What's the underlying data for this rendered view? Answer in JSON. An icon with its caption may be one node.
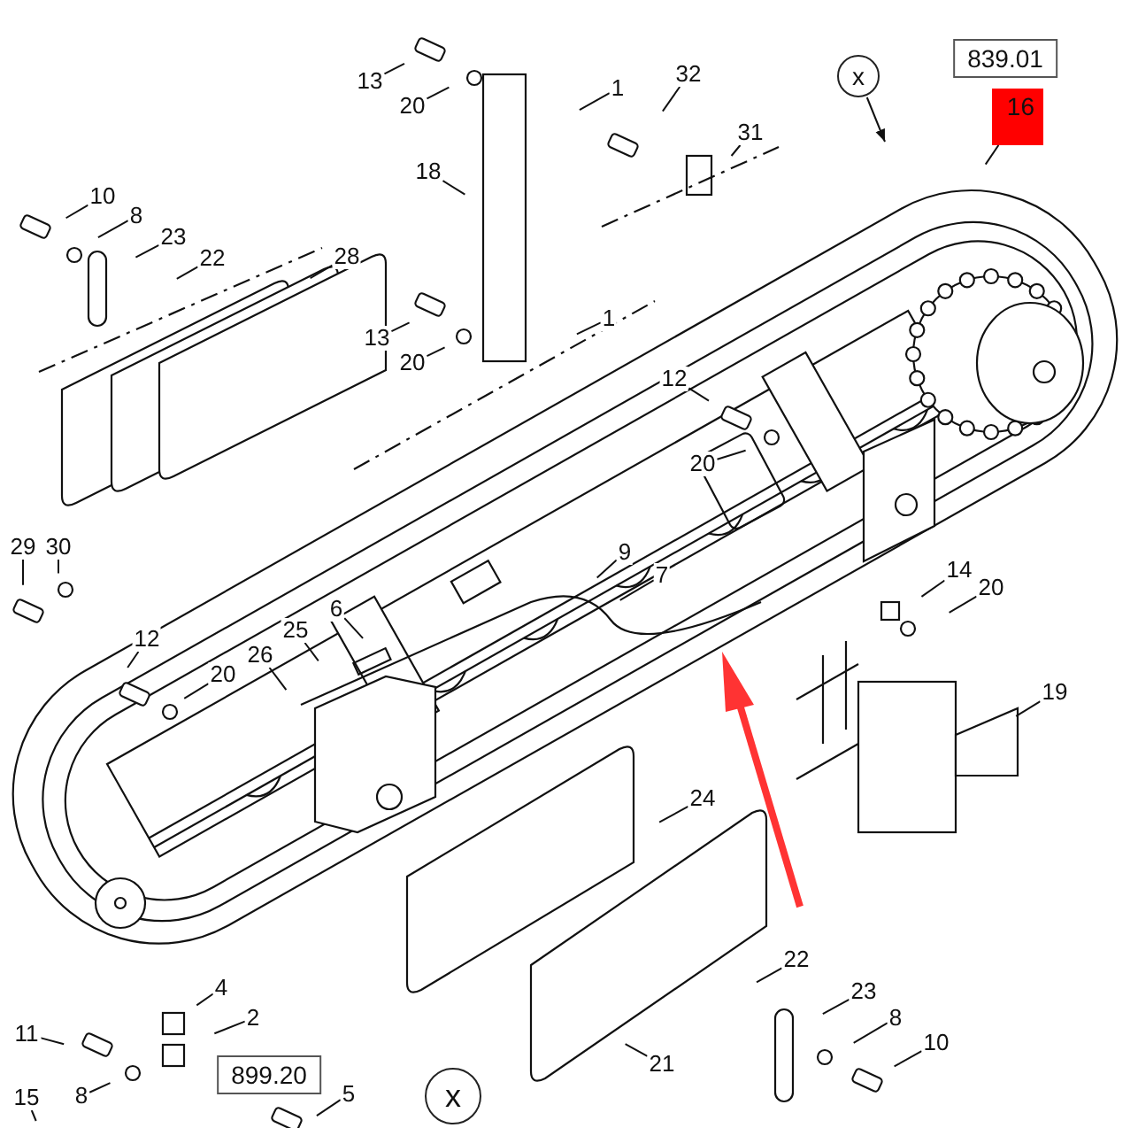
{
  "diagram": {
    "nodes": [
      {
        "text": [
          "839.01"
        ]
      },
      {
        "text": [
          "16"
        ]
      },
      {
        "text": [
          "x"
        ]
      },
      {
        "text": [
          "13"
        ]
      },
      {
        "text": [
          "20"
        ]
      },
      {
        "text": [
          "1"
        ]
      },
      {
        "text": [
          "32"
        ]
      },
      {
        "text": [
          "31"
        ]
      },
      {
        "text": [
          "18"
        ]
      },
      {
        "text": [
          "10"
        ]
      },
      {
        "text": [
          "8"
        ]
      },
      {
        "text": [
          "23"
        ]
      },
      {
        "text": [
          "22"
        ]
      },
      {
        "text": [
          "28"
        ]
      },
      {
        "text": [
          "13"
        ]
      },
      {
        "text": [
          "20"
        ]
      },
      {
        "text": [
          "1"
        ]
      },
      {
        "text": [
          "12"
        ]
      },
      {
        "text": [
          "20"
        ]
      },
      {
        "text": [
          "29"
        ]
      },
      {
        "text": [
          "30"
        ]
      },
      {
        "text": [
          "9"
        ]
      },
      {
        "text": [
          "7"
        ]
      },
      {
        "text": [
          "12"
        ]
      },
      {
        "text": [
          "20"
        ]
      },
      {
        "text": [
          "26"
        ]
      },
      {
        "text": [
          "25"
        ]
      },
      {
        "text": [
          "6"
        ]
      },
      {
        "text": [
          "14"
        ]
      },
      {
        "text": [
          "20"
        ]
      },
      {
        "text": [
          "19"
        ]
      },
      {
        "text": [
          "24"
        ]
      },
      {
        "text": [
          "22"
        ]
      },
      {
        "text": [
          "23"
        ]
      },
      {
        "text": [
          "8"
        ]
      },
      {
        "text": [
          "10"
        ]
      },
      {
        "text": [
          "21"
        ]
      },
      {
        "text": [
          "4"
        ]
      },
      {
        "text": [
          "2"
        ]
      },
      {
        "text": [
          "11"
        ]
      },
      {
        "text": [
          "8"
        ]
      },
      {
        "text": [
          "899.20"
        ]
      },
      {
        "text": [
          "15"
        ]
      },
      {
        "text": [
          "5"
        ]
      },
      {
        "text": [
          "x"
        ]
      }
    ],
    "edges": [
      {
        "from": 1,
        "to": null,
        "arrow": "none"
      },
      {
        "from": 2,
        "to": null,
        "arrow": "to"
      },
      {
        "from": 3,
        "to": null,
        "arrow": "none"
      },
      {
        "from": 4,
        "to": null,
        "arrow": "none"
      },
      {
        "from": 5,
        "to": null,
        "arrow": "none"
      },
      {
        "from": 6,
        "to": null,
        "arrow": "none"
      },
      {
        "from": 7,
        "to": null,
        "arrow": "none"
      },
      {
        "from": 8,
        "to": null,
        "arrow": "none"
      },
      {
        "from": 9,
        "to": null,
        "arrow": "none"
      },
      {
        "from": 10,
        "to": null,
        "arrow": "none"
      },
      {
        "from": 11,
        "to": null,
        "arrow": "none"
      },
      {
        "from": 12,
        "to": null,
        "arrow": "none"
      },
      {
        "from": 13,
        "to": null,
        "arrow": "none"
      },
      {
        "from": 14,
        "to": null,
        "arrow": "none"
      },
      {
        "from": 15,
        "to": null,
        "arrow": "none"
      },
      {
        "from": 16,
        "to": null,
        "arrow": "none"
      },
      {
        "from": 17,
        "to": null,
        "arrow": "none"
      },
      {
        "from": 18,
        "to": null,
        "arrow": "none"
      },
      {
        "from": 19,
        "to": null,
        "arrow": "none"
      },
      {
        "from": 20,
        "to": null,
        "arrow": "none"
      },
      {
        "from": 21,
        "to": null,
        "arrow": "none"
      },
      {
        "from": 22,
        "to": null,
        "arrow": "none"
      },
      {
        "from": 23,
        "to": null,
        "arrow": "none"
      },
      {
        "from": 24,
        "to": null,
        "arrow": "none"
      },
      {
        "from": 25,
        "to": null,
        "arrow": "none"
      },
      {
        "from": 26,
        "to": null,
        "arrow": "none"
      },
      {
        "from": 27,
        "to": null,
        "arrow": "none"
      },
      {
        "from": 28,
        "to": null,
        "arrow": "none"
      },
      {
        "from": 29,
        "to": null,
        "arrow": "none"
      },
      {
        "from": 30,
        "to": null,
        "arrow": "none"
      },
      {
        "from": 31,
        "to": null,
        "arrow": "none"
      },
      {
        "from": 32,
        "to": null,
        "arrow": "none"
      },
      {
        "from": 33,
        "to": null,
        "arrow": "none"
      },
      {
        "from": 34,
        "to": null,
        "arrow": "none"
      },
      {
        "from": 35,
        "to": null,
        "arrow": "none"
      },
      {
        "from": 36,
        "to": null,
        "arrow": "none"
      },
      {
        "from": 37,
        "to": null,
        "arrow": "none"
      },
      {
        "from": 38,
        "to": null,
        "arrow": "none"
      },
      {
        "from": 39,
        "to": null,
        "arrow": "none"
      },
      {
        "from": 40,
        "to": null,
        "arrow": "none"
      },
      {
        "from": 42,
        "to": null,
        "arrow": "none"
      },
      {
        "from": 43,
        "to": null,
        "arrow": "none"
      }
    ]
  }
}
